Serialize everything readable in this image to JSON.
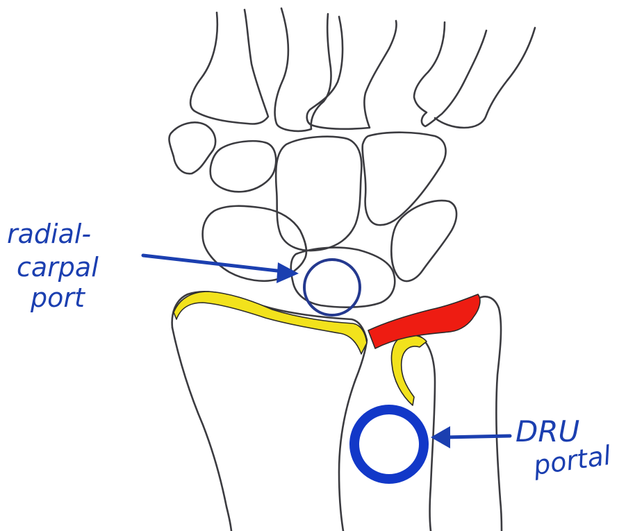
{
  "labels": {
    "radial_line1": "radial-",
    "radial_line2": "carpal",
    "radial_line3": "port",
    "dru_line1": "DRU",
    "dru_line2": "portal"
  },
  "colors": {
    "ink_blue": "#1b3fb0",
    "bone_outline": "#3b3b40",
    "cartilage_yellow": "#f2e21c",
    "tfcc_red": "#ee1c12"
  }
}
